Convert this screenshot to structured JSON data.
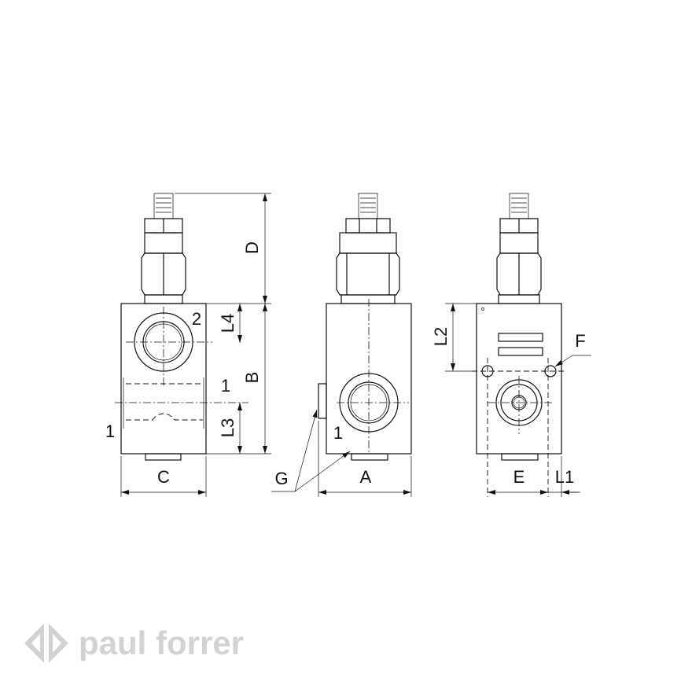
{
  "dimensions": {
    "A": "A",
    "B": "B",
    "C": "C",
    "D": "D",
    "E": "E",
    "F": "F",
    "G": "G",
    "L1": "L1",
    "L2": "L2",
    "L3": "L3",
    "L4": "L4"
  },
  "ports": {
    "port_2": "2",
    "port_1_front": "1",
    "port_1_side": "1",
    "port_1_left": "1"
  },
  "logo": {
    "text": "paul forrer",
    "color": "#d2d2d2"
  },
  "colors": {
    "line": "#111111",
    "background": "#ffffff"
  }
}
